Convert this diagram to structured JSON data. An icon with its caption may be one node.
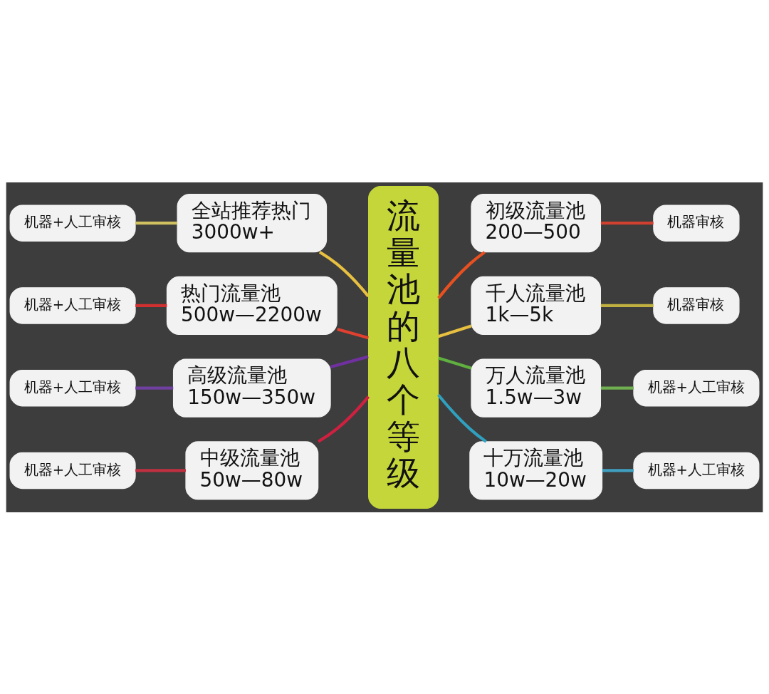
{
  "diagram": {
    "nodes": [
      {
        "text": [
          "流量池的八个等级"
        ]
      },
      {
        "text": [
          "全站推荐热门",
          "3000w+"
        ]
      },
      {
        "text": [
          "热门流量池",
          "500w—2200w"
        ]
      },
      {
        "text": [
          "高级流量池",
          "150w—350w"
        ]
      },
      {
        "text": [
          "中级流量池",
          "50w—80w"
        ]
      },
      {
        "text": [
          "机器+人工审核"
        ]
      },
      {
        "text": [
          "机器+人工审核"
        ]
      },
      {
        "text": [
          "机器+人工审核"
        ]
      },
      {
        "text": [
          "机器+人工审核"
        ]
      },
      {
        "text": [
          "初级流量池",
          "200—500"
        ]
      },
      {
        "text": [
          "千人流量池",
          "1k—5k"
        ]
      },
      {
        "text": [
          "万人流量池",
          "1.5w—3w"
        ]
      },
      {
        "text": [
          "十万流量池",
          "10w—20w"
        ]
      },
      {
        "text": [
          "机器审核"
        ]
      },
      {
        "text": [
          "机器审核"
        ]
      },
      {
        "text": [
          "机器+人工审核"
        ]
      },
      {
        "text": [
          "机器+人工审核"
        ]
      }
    ],
    "edges": [
      {
        "from": 0,
        "to": 1,
        "arrow": "none",
        "color": "#e8c040"
      },
      {
        "from": 0,
        "to": 2,
        "arrow": "none",
        "color": "#e04030"
      },
      {
        "from": 0,
        "to": 3,
        "arrow": "none",
        "color": "#7030a0"
      },
      {
        "from": 0,
        "to": 4,
        "arrow": "none",
        "color": "#d02040"
      },
      {
        "from": 1,
        "to": 5,
        "arrow": "none",
        "color": "#d0c060"
      },
      {
        "from": 2,
        "to": 6,
        "arrow": "none",
        "color": "#d03030"
      },
      {
        "from": 3,
        "to": 7,
        "arrow": "none",
        "color": "#7040a0"
      },
      {
        "from": 4,
        "to": 8,
        "arrow": "none",
        "color": "#c03040"
      },
      {
        "from": 0,
        "to": 9,
        "arrow": "none",
        "color": "#e85020"
      },
      {
        "from": 0,
        "to": 10,
        "arrow": "none",
        "color": "#e8c040"
      },
      {
        "from": 0,
        "to": 11,
        "arrow": "none",
        "color": "#60b040"
      },
      {
        "from": 0,
        "to": 12,
        "arrow": "none",
        "color": "#30a0c0"
      },
      {
        "from": 9,
        "to": 13,
        "arrow": "none",
        "color": "#d04030"
      },
      {
        "from": 10,
        "to": 14,
        "arrow": "none",
        "color": "#c0b040"
      },
      {
        "from": 11,
        "to": 15,
        "arrow": "none",
        "color": "#70b050"
      },
      {
        "from": 12,
        "to": 16,
        "arrow": "none",
        "color": "#40a0c0"
      }
    ]
  }
}
